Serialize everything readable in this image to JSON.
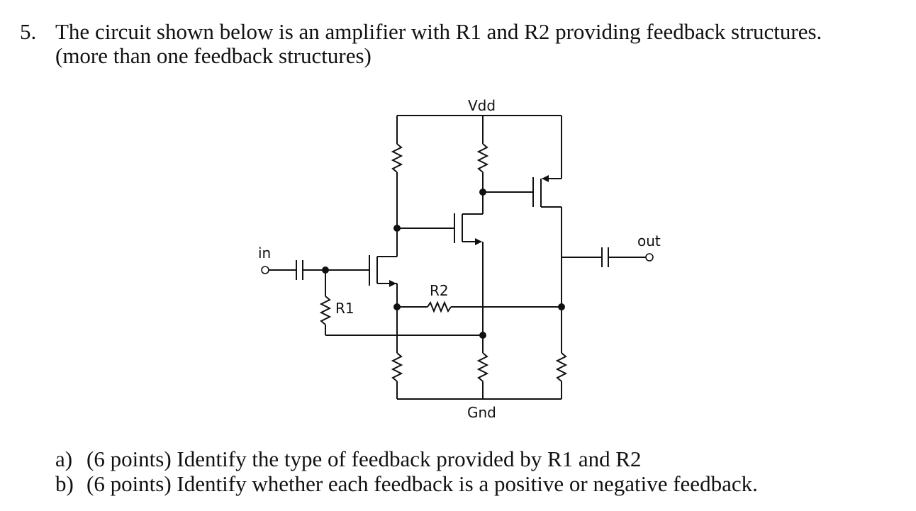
{
  "problem": {
    "number": "5.",
    "line1": "The circuit shown below is an amplifier with R1 and R2 providing feedback structures.",
    "line2": "(more than one feedback structures)"
  },
  "circuit_labels": {
    "vdd": "Vdd",
    "gnd": "Gnd",
    "in": "in",
    "out": "out",
    "r1": "R1",
    "r2": "R2"
  },
  "questions": [
    {
      "label": "a)",
      "text": "(6 points) Identify the type of feedback provided by R1 and R2"
    },
    {
      "label": "b)",
      "text": "(6 points) Identify whether each feedback is a positive or negative feedback."
    }
  ]
}
